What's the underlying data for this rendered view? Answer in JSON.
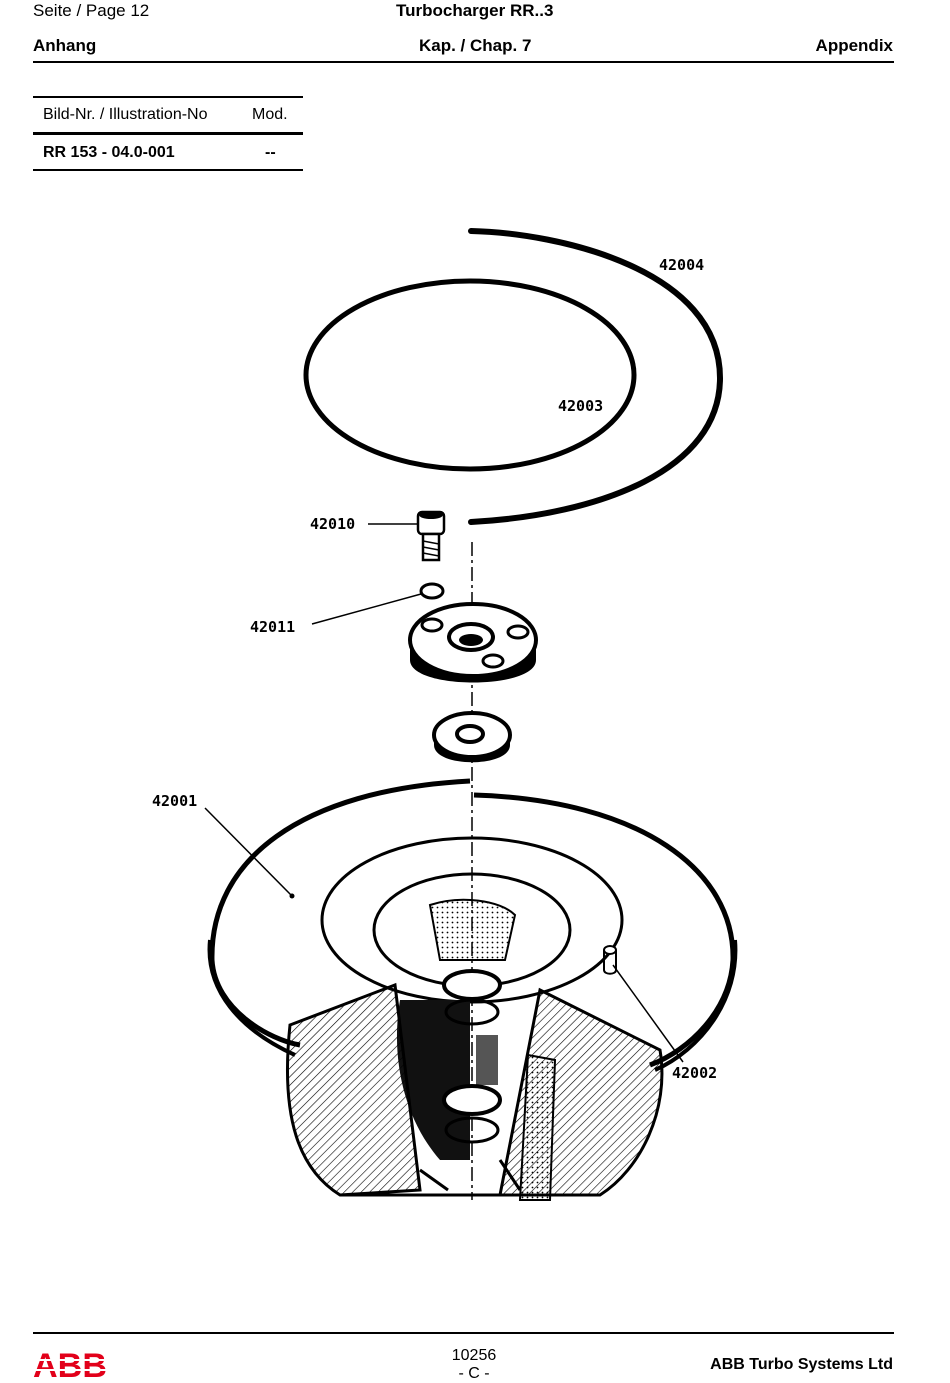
{
  "header": {
    "page_label": "Seite / Page  12",
    "title": "Turbocharger RR..3",
    "section_left": "Anhang",
    "section_center": "Kap. / Chap. 7",
    "section_right": "Appendix"
  },
  "illustration_table": {
    "col_label": "Bild-Nr. / Illustration-No",
    "col_mod": "Mod.",
    "number": "RR 153 - 04.0-001",
    "mod": "--"
  },
  "callouts": {
    "c42004": "42004",
    "c42003": "42003",
    "c42010": "42010",
    "c42011": "42011",
    "c42001": "42001",
    "c42002": "42002"
  },
  "footer": {
    "doc_number": "10256",
    "revision": "- C -",
    "company": "ABB Turbo Systems Ltd",
    "logo_text": "ABB",
    "logo_color": "#e2001a"
  }
}
